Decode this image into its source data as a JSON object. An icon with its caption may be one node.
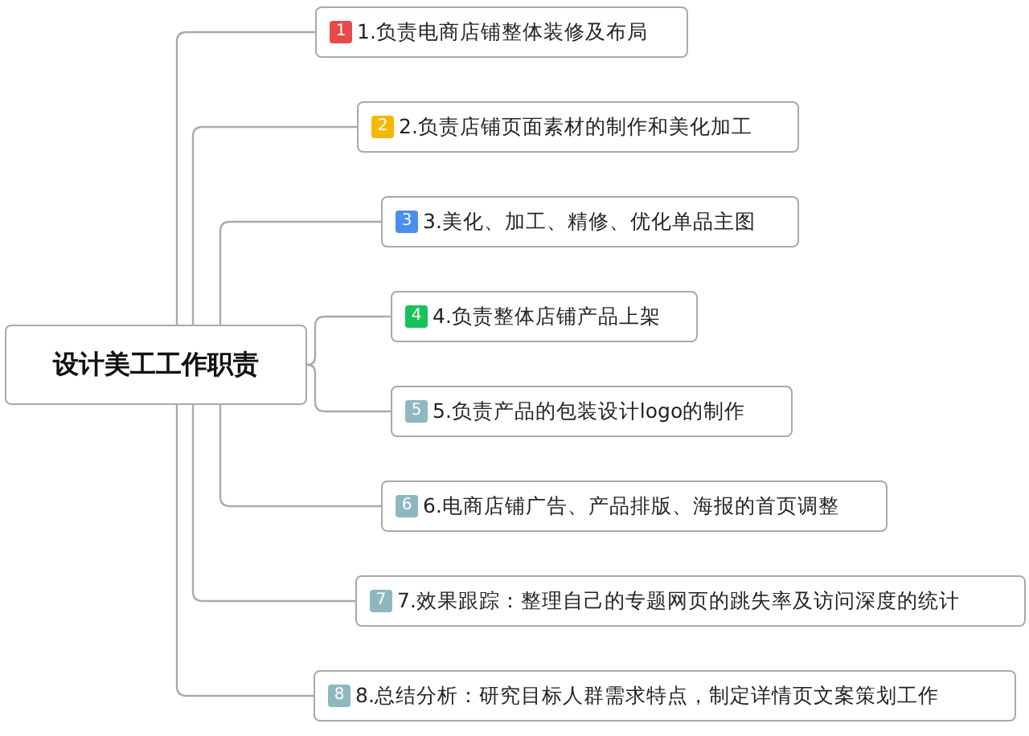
{
  "diagram": {
    "nodes": [
      {
        "text": [
          "设计美工工作职责"
        ]
      },
      {
        "text": [
          "1",
          "1.负责电商店铺整体装修及布局"
        ]
      },
      {
        "text": [
          "2",
          "2.负责店铺页面素材的制作和美化加工"
        ]
      },
      {
        "text": [
          "3",
          "3.美化、加工、精修、优化单品主图"
        ]
      },
      {
        "text": [
          "4",
          "4.负责整体店铺产品上架"
        ]
      },
      {
        "text": [
          "5",
          "5.负责产品的包装设计logo的制作"
        ]
      },
      {
        "text": [
          "6",
          "6.电商店铺广告、产品排版、海报的首页调整"
        ]
      },
      {
        "text": [
          "7",
          "7.效果跟踪：整理自己的专题网页的跳失率及访问深度的统计"
        ]
      },
      {
        "text": [
          "8",
          "8.总结分析：研究目标人群需求特点，制定详情页文案策划工作"
        ]
      }
    ],
    "edges": [
      {
        "from": 0,
        "to": 1,
        "arrow": "none"
      },
      {
        "from": 0,
        "to": 2,
        "arrow": "none"
      },
      {
        "from": 0,
        "to": 3,
        "arrow": "none"
      },
      {
        "from": 0,
        "to": 4,
        "arrow": "none"
      },
      {
        "from": 0,
        "to": 5,
        "arrow": "none"
      },
      {
        "from": 0,
        "to": 6,
        "arrow": "none"
      },
      {
        "from": 0,
        "to": 7,
        "arrow": "none"
      },
      {
        "from": 0,
        "to": 8,
        "arrow": "none"
      }
    ]
  }
}
